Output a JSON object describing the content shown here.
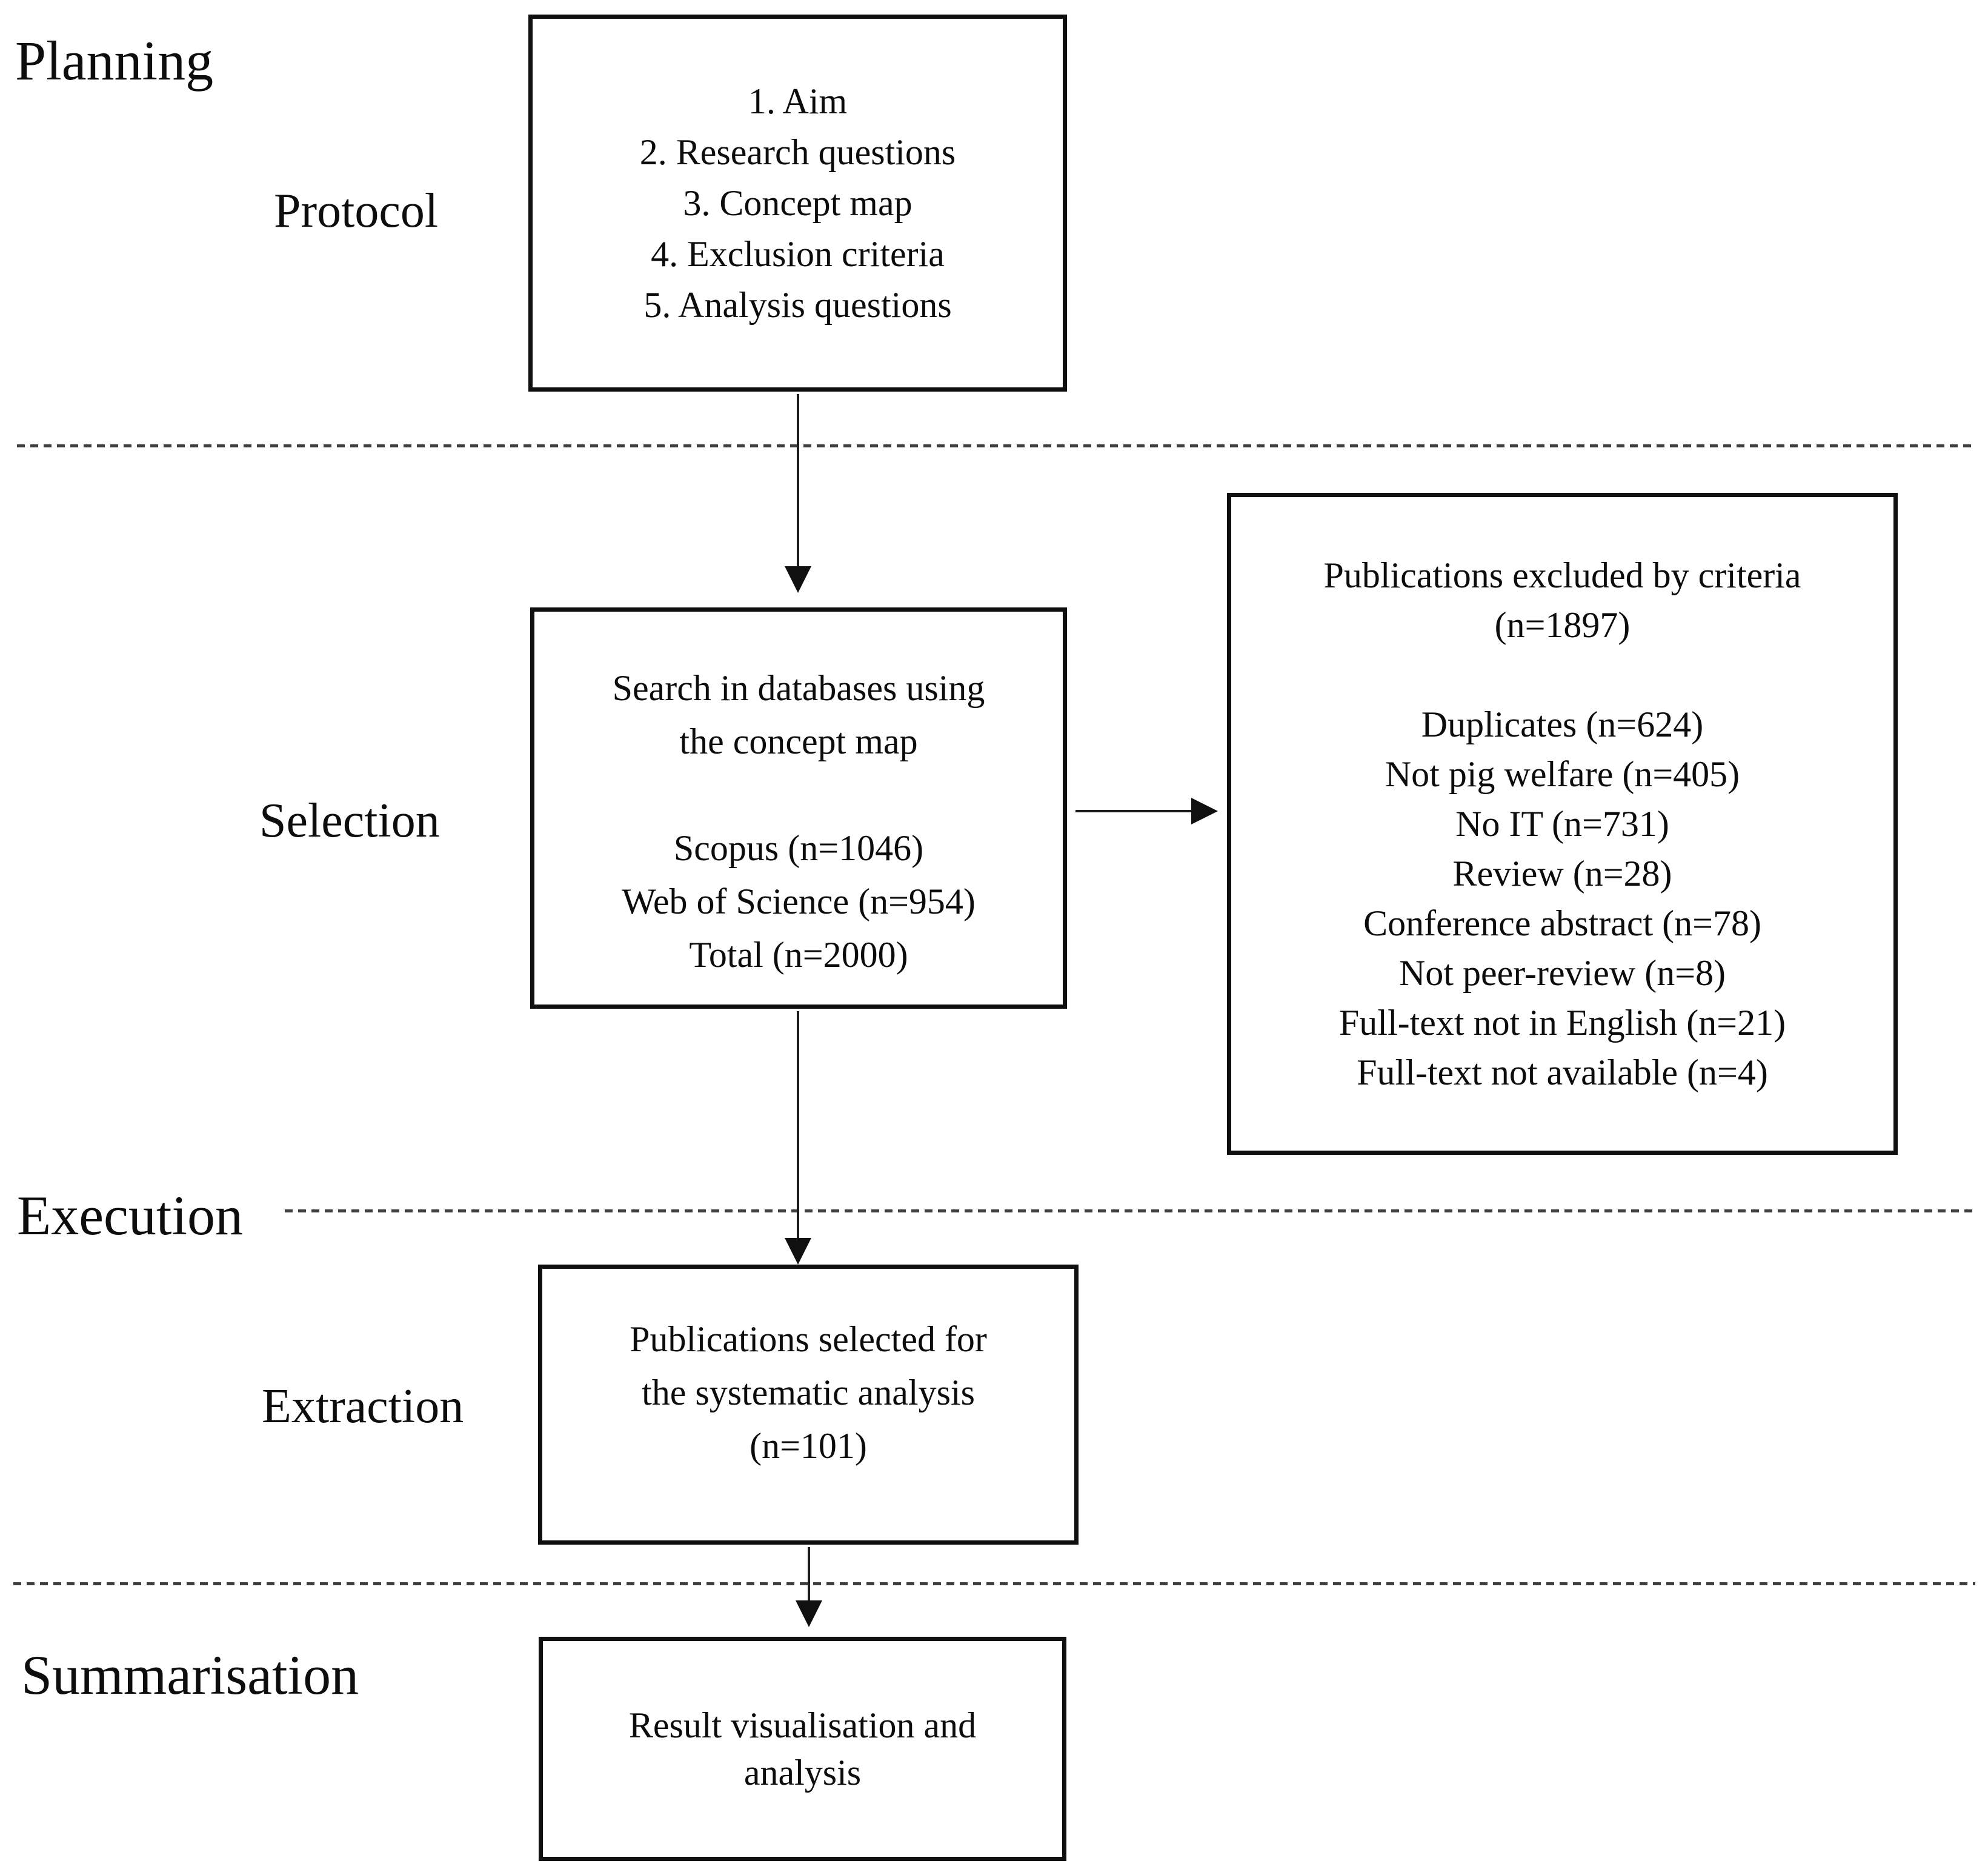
{
  "figure": {
    "colors": {
      "ink": "#101010",
      "dash_line": "#3e3e3e",
      "background": "#ffffff"
    },
    "stage_labels": {
      "planning": "Planning",
      "execution": "Execution",
      "summarisation": "Summarisation"
    },
    "phase_labels": {
      "protocol": "Protocol",
      "selection": "Selection",
      "extraction": "Extraction"
    },
    "boxes": {
      "protocol": {
        "lines": [
          "1. Aim",
          "2. Research questions",
          "3. Concept map",
          "4. Exclusion criteria",
          "5. Analysis questions"
        ]
      },
      "search": {
        "lines": [
          "Search in databases using",
          "the concept map",
          "",
          "Scopus (n=1046)",
          "Web of Science (n=954)",
          "Total (n=2000)"
        ]
      },
      "excluded": {
        "lines": [
          "Publications excluded by criteria",
          "(n=1897)",
          "",
          "Duplicates (n=624)",
          "Not pig welfare (n=405)",
          "No IT (n=731)",
          "Review (n=28)",
          "Conference abstract (n=78)",
          "Not peer-review (n=8)",
          "Full-text not in English (n=21)",
          "Full-text not available (n=4)"
        ]
      },
      "selected": {
        "lines": [
          "Publications selected for",
          "the systematic analysis",
          "(n=101)"
        ]
      },
      "result": {
        "lines": [
          "Result visualisation and",
          "analysis"
        ]
      }
    }
  }
}
